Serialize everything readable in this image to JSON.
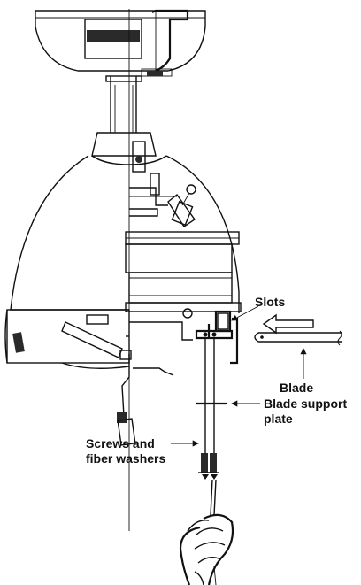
{
  "labels": {
    "slots": "Slots",
    "blade": "Blade",
    "blade_support_plate_line1": "Blade support",
    "blade_support_plate_line2": "plate",
    "screws_line1": "Screws and",
    "screws_line2": "fiber washers"
  },
  "colors": {
    "ink": "#111111",
    "dark_fill": "#2a2a2a",
    "background": "#ffffff"
  }
}
